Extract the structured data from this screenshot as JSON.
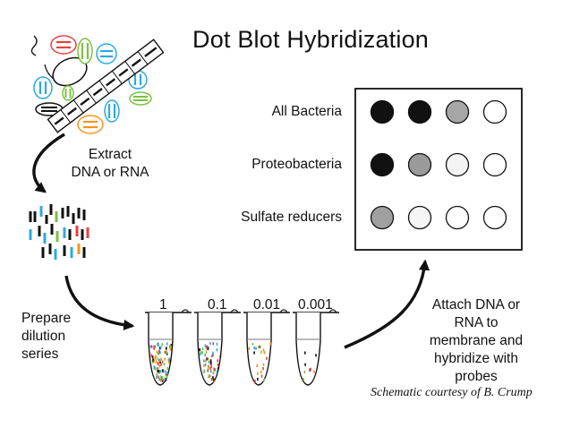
{
  "title": "Dot Blot Hybridization",
  "steps": {
    "extract": "Extract\nDNA or RNA",
    "dilution": "Prepare\ndilution\nseries",
    "attach": "Attach DNA or\nRNA to\nmembrane and\nhybridize with\nprobes"
  },
  "dilutions": [
    "1",
    "0.1",
    "0.01",
    "0.001"
  ],
  "blot": {
    "rows": [
      {
        "label": "All Bacteria",
        "dots": [
          "#111111",
          "#111111",
          "#a6a6a6",
          "#ffffff"
        ]
      },
      {
        "label": "Proteobacteria",
        "dots": [
          "#111111",
          "#9a9a9a",
          "#f4f4f4",
          "#ffffff"
        ]
      },
      {
        "label": "Sulfate reducers",
        "dots": [
          "#a0a0a0",
          "#f6f6f6",
          "#ffffff",
          "#ffffff"
        ]
      }
    ]
  },
  "credit": "Schematic courtesy of B. Crump",
  "colors": {
    "red": "#e8413a",
    "green": "#7cc242",
    "blue": "#2ea9df",
    "orange": "#f7941d",
    "dark": "#111111"
  }
}
